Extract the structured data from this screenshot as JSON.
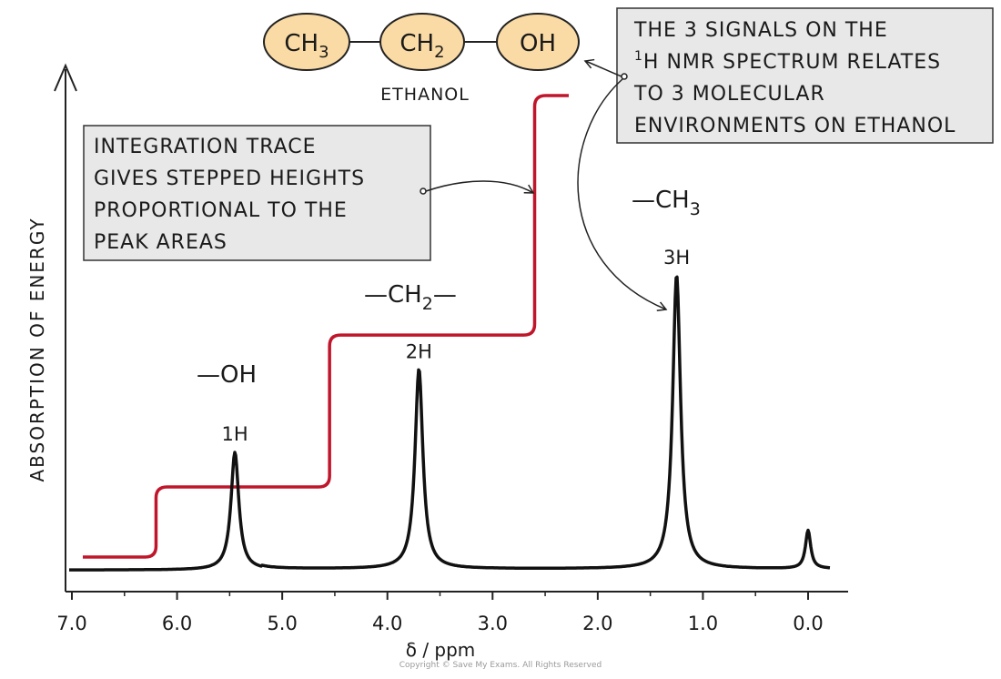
{
  "chart_data": {
    "type": "line",
    "xlabel": "δ / ppm",
    "ylabel": "ABSORPTION OF ENERGY",
    "xlim": [
      7.0,
      0.0
    ],
    "x_reversed": true,
    "x_ticks": [
      "7.0",
      "6.0",
      "5.0",
      "4.0",
      "3.0",
      "2.0",
      "1.0",
      "0.0"
    ],
    "grid": false,
    "peaks": [
      {
        "shift": 5.45,
        "relative_height": 0.4,
        "label": "1H",
        "group": "—OH"
      },
      {
        "shift": 3.7,
        "relative_height": 0.68,
        "label": "2H",
        "group": "—CH₂—"
      },
      {
        "shift": 1.25,
        "relative_height": 1.0,
        "label": "3H",
        "group": "—CH₃"
      },
      {
        "shift": 0.0,
        "relative_height": 0.13,
        "label": "",
        "group": ""
      }
    ],
    "integration_trace": {
      "x_steps": [
        6.2,
        4.55,
        2.6
      ],
      "levels": [
        0,
        1,
        3,
        6
      ]
    }
  },
  "molecule": {
    "name": "ETHANOL",
    "groups": [
      {
        "main": "CH",
        "sub": "3"
      },
      {
        "main": "CH",
        "sub": "2"
      },
      {
        "main": "OH",
        "sub": ""
      }
    ]
  },
  "annotations": {
    "integration_lines": [
      "INTEGRATION TRACE",
      "GIVES STEPPED HEIGHTS",
      "PROPORTIONAL TO THE",
      "PEAK AREAS"
    ],
    "signals_lines": [
      "THE 3 SIGNALS ON THE",
      "H NMR SPECTRUM RELATES",
      "TO 3 MOLECULAR",
      "ENVIRONMENTS ON ETHANOL"
    ],
    "signals_superscript": "1"
  },
  "peak_group_labels": {
    "oh": {
      "dash": "—",
      "main": "OH",
      "sub": "",
      "tail": ""
    },
    "ch2": {
      "dash": "—",
      "main": "CH",
      "sub": "2",
      "tail": "—"
    },
    "ch3": {
      "dash": "—",
      "main": "CH",
      "sub": "3",
      "tail": ""
    }
  },
  "copyright": "Copyright © Save My Exams. All Rights Reserved",
  "colors": {
    "spectrum": "#111111",
    "integration": "#c0162b",
    "molecule_fill": "#fbdba5",
    "box_fill": "#e8e8e8",
    "axis": "#222222"
  }
}
